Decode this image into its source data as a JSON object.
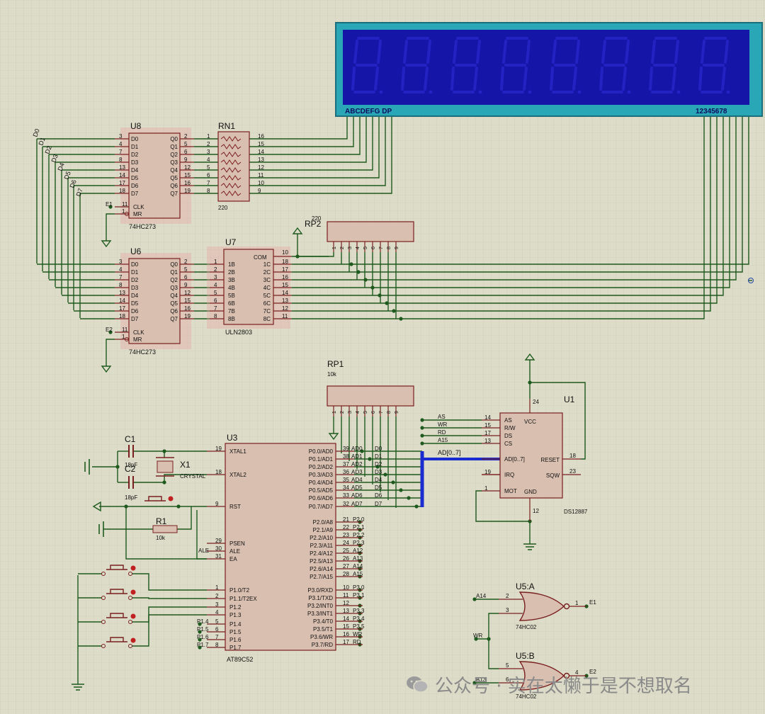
{
  "display": {
    "segments_label": "ABCDEFG DP",
    "digits_label": "12345678",
    "accent_color": "#1515a8",
    "frame_color": "#2aa7b6"
  },
  "nets": {
    "d": [
      "D0",
      "D1",
      "D2",
      "D3",
      "D4",
      "D5",
      "D6",
      "D7"
    ],
    "e1": "E1",
    "e2": "E2",
    "ad_bus": "AD[0..7]",
    "as": "AS",
    "wr": "WR",
    "rd": "RD",
    "a15": "A15",
    "a14": "A14",
    "a13": "A13"
  },
  "u8": {
    "ref": "U8",
    "part": "74HC273",
    "left_pins": [
      {
        "num": "3",
        "name": "D0"
      },
      {
        "num": "4",
        "name": "D1"
      },
      {
        "num": "7",
        "name": "D2"
      },
      {
        "num": "8",
        "name": "D3"
      },
      {
        "num": "13",
        "name": "D4"
      },
      {
        "num": "14",
        "name": "D5"
      },
      {
        "num": "17",
        "name": "D6"
      },
      {
        "num": "18",
        "name": "D7"
      }
    ],
    "right_pins": [
      {
        "num": "2",
        "name": "Q0"
      },
      {
        "num": "5",
        "name": "Q1"
      },
      {
        "num": "6",
        "name": "Q2"
      },
      {
        "num": "9",
        "name": "Q3"
      },
      {
        "num": "12",
        "name": "Q4"
      },
      {
        "num": "15",
        "name": "Q5"
      },
      {
        "num": "16",
        "name": "Q6"
      },
      {
        "num": "19",
        "name": "Q7"
      }
    ],
    "ctrl_pins": [
      {
        "num": "11",
        "name": "CLK"
      },
      {
        "num": "1",
        "name": "MR"
      }
    ]
  },
  "u6": {
    "ref": "U6",
    "part": "74HC273",
    "left_pins": [
      {
        "num": "3",
        "name": "D0"
      },
      {
        "num": "4",
        "name": "D1"
      },
      {
        "num": "7",
        "name": "D2"
      },
      {
        "num": "8",
        "name": "D3"
      },
      {
        "num": "13",
        "name": "D4"
      },
      {
        "num": "14",
        "name": "D5"
      },
      {
        "num": "17",
        "name": "D6"
      },
      {
        "num": "18",
        "name": "D7"
      }
    ],
    "right_pins": [
      {
        "num": "2",
        "name": "Q0"
      },
      {
        "num": "5",
        "name": "Q1"
      },
      {
        "num": "6",
        "name": "Q2"
      },
      {
        "num": "9",
        "name": "Q3"
      },
      {
        "num": "12",
        "name": "Q4"
      },
      {
        "num": "15",
        "name": "Q5"
      },
      {
        "num": "16",
        "name": "Q6"
      },
      {
        "num": "19",
        "name": "Q7"
      }
    ],
    "ctrl_pins": [
      {
        "num": "11",
        "name": "CLK"
      },
      {
        "num": "1",
        "name": "MR"
      }
    ]
  },
  "rn1": {
    "ref": "RN1",
    "value": "220",
    "left_pins": [
      "1",
      "2",
      "3",
      "4",
      "5",
      "6",
      "7",
      "8"
    ],
    "right_pins": [
      "16",
      "15",
      "14",
      "13",
      "12",
      "11",
      "10",
      "9"
    ]
  },
  "u7": {
    "ref": "U7",
    "part": "ULN2803",
    "com_label": "COM",
    "com_pin": "10",
    "left_pins": [
      {
        "num": "1",
        "name": "1B"
      },
      {
        "num": "2",
        "name": "2B"
      },
      {
        "num": "3",
        "name": "3B"
      },
      {
        "num": "4",
        "name": "4B"
      },
      {
        "num": "5",
        "name": "5B"
      },
      {
        "num": "6",
        "name": "6B"
      },
      {
        "num": "7",
        "name": "7B"
      },
      {
        "num": "8",
        "name": "8B"
      }
    ],
    "right_pins": [
      {
        "num": "18",
        "name": "1C"
      },
      {
        "num": "17",
        "name": "2C"
      },
      {
        "num": "16",
        "name": "3C"
      },
      {
        "num": "15",
        "name": "4C"
      },
      {
        "num": "14",
        "name": "5C"
      },
      {
        "num": "13",
        "name": "6C"
      },
      {
        "num": "12",
        "name": "7C"
      },
      {
        "num": "11",
        "name": "8C"
      }
    ]
  },
  "rp2": {
    "ref": "RP2",
    "value": "220",
    "pins": [
      "1",
      "2",
      "3",
      "4",
      "5",
      "6",
      "7",
      "8",
      "9"
    ]
  },
  "rp1": {
    "ref": "RP1",
    "value": "10k",
    "pins": [
      "1",
      "2",
      "3",
      "4",
      "5",
      "6",
      "7",
      "8",
      "9"
    ]
  },
  "u1": {
    "ref": "U1",
    "part": "DS12887",
    "left_pins": [
      {
        "num": "14",
        "name": "AS"
      },
      {
        "num": "15",
        "name": "R/W"
      },
      {
        "num": "17",
        "name": "DS"
      },
      {
        "num": "13",
        "name": "CS"
      },
      {
        "num": "",
        "name": "AD[0..7]"
      },
      {
        "num": "19",
        "name": "IRQ"
      },
      {
        "num": "1",
        "name": "MOT"
      }
    ],
    "vcc": {
      "num": "24",
      "name": "VCC"
    },
    "gnd": {
      "num": "12",
      "name": "GND"
    },
    "reset": {
      "num": "18",
      "name": "RESET"
    },
    "sqw": {
      "num": "23",
      "name": "SQW"
    }
  },
  "u3": {
    "ref": "U3",
    "part": "AT89C52",
    "left_pins": [
      {
        "num": "19",
        "name": "XTAL1"
      },
      {
        "num": "18",
        "name": "XTAL2"
      },
      {
        "num": "9",
        "name": "RST"
      },
      {
        "num": "29",
        "name": "PSEN"
      },
      {
        "num": "30",
        "name": "ALE"
      },
      {
        "num": "31",
        "name": "EA"
      },
      {
        "num": "1",
        "name": "P1.0/T2"
      },
      {
        "num": "2",
        "name": "P1.1/T2EX"
      },
      {
        "num": "3",
        "name": "P1.2"
      },
      {
        "num": "4",
        "name": "P1.3"
      },
      {
        "num": "5",
        "name": "P1.4"
      },
      {
        "num": "6",
        "name": "P1.5"
      },
      {
        "num": "7",
        "name": "P1.6"
      },
      {
        "num": "8",
        "name": "P1.7"
      }
    ],
    "p0_pins": [
      {
        "num": "39",
        "name": "P0.0/AD0"
      },
      {
        "num": "38",
        "name": "P0.1/AD1"
      },
      {
        "num": "37",
        "name": "P0.2/AD2"
      },
      {
        "num": "36",
        "name": "P0.3/AD3"
      },
      {
        "num": "35",
        "name": "P0.4/AD4"
      },
      {
        "num": "34",
        "name": "P0.5/AD5"
      },
      {
        "num": "33",
        "name": "P0.6/AD6"
      },
      {
        "num": "32",
        "name": "P0.7/AD7"
      }
    ],
    "p2_pins": [
      {
        "num": "21",
        "name": "P2.0/A8"
      },
      {
        "num": "22",
        "name": "P2.1/A9"
      },
      {
        "num": "23",
        "name": "P2.2/A10"
      },
      {
        "num": "24",
        "name": "P2.3/A11"
      },
      {
        "num": "25",
        "name": "P2.4/A12"
      },
      {
        "num": "26",
        "name": "P2.5/A13"
      },
      {
        "num": "27",
        "name": "P2.6/A14"
      },
      {
        "num": "28",
        "name": "P2.7/A15"
      }
    ],
    "p3_pins": [
      {
        "num": "10",
        "name": "P3.0/RXD"
      },
      {
        "num": "11",
        "name": "P3.1/TXD"
      },
      {
        "num": "12",
        "name": "P3.2/INT0"
      },
      {
        "num": "13",
        "name": "P3.3/INT1"
      },
      {
        "num": "14",
        "name": "P3.4/T0"
      },
      {
        "num": "15",
        "name": "P3.5/T1"
      },
      {
        "num": "16",
        "name": "P3.6/WR"
      },
      {
        "num": "17",
        "name": "P3.7/RD"
      }
    ],
    "p0_nets": [
      "AD0",
      "AD1",
      "AD2",
      "AD3",
      "AD4",
      "AD5",
      "AD6",
      "AD7"
    ],
    "p2_nets": [
      "P2.0",
      "P2.1",
      "P2.2",
      "P2.3",
      "A12",
      "A13",
      "A14",
      "A15"
    ],
    "p3_nets": [
      "P3.0",
      "P3.1",
      "",
      "P3.3",
      "P3.4",
      "P3.5",
      "WR",
      "RD"
    ],
    "p1_nets": [
      "P1.4",
      "P1.5",
      "P1.6",
      "P1.7"
    ]
  },
  "c1": {
    "ref": "C1",
    "value": "18pF"
  },
  "c2": {
    "ref": "C2",
    "value": "18pF"
  },
  "x1": {
    "ref": "X1",
    "value": "CRYSTAL"
  },
  "r1": {
    "ref": "R1",
    "value": "10k"
  },
  "u5a": {
    "ref": "U5:A",
    "part": "74HC02",
    "pin_a": "2",
    "pin_b": "3",
    "pin_out": "1"
  },
  "u5b": {
    "ref": "U5:B",
    "part": "74HC02",
    "pin_a": "5",
    "pin_b": "6",
    "pin_out": "4"
  },
  "watermark": {
    "text": "公众号 · 实在太懒于是不想取名"
  }
}
